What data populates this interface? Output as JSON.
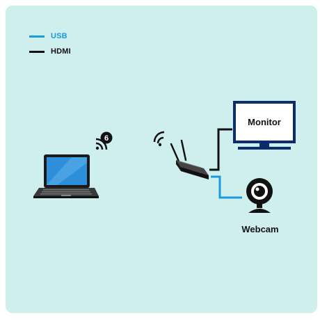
{
  "legend": {
    "items": [
      {
        "label": "USB",
        "color": "#1a9ad8"
      },
      {
        "label": "HDMI",
        "color": "#111111"
      }
    ]
  },
  "nodes": {
    "monitor": {
      "label": "Monitor",
      "icon": "monitor-icon"
    },
    "webcam": {
      "label": "Webcam",
      "icon": "webcam-icon"
    },
    "laptop": {
      "icon": "laptop-icon"
    },
    "router": {
      "icon": "wireless-router-icon"
    }
  },
  "badges": {
    "wifi6": {
      "text": "6",
      "icon": "wifi-6-icon"
    },
    "signal": {
      "icon": "wifi-signal-icon"
    }
  },
  "colors": {
    "background": "#cfeeee",
    "usb": "#1a9ad8",
    "hdmi": "#111111"
  }
}
